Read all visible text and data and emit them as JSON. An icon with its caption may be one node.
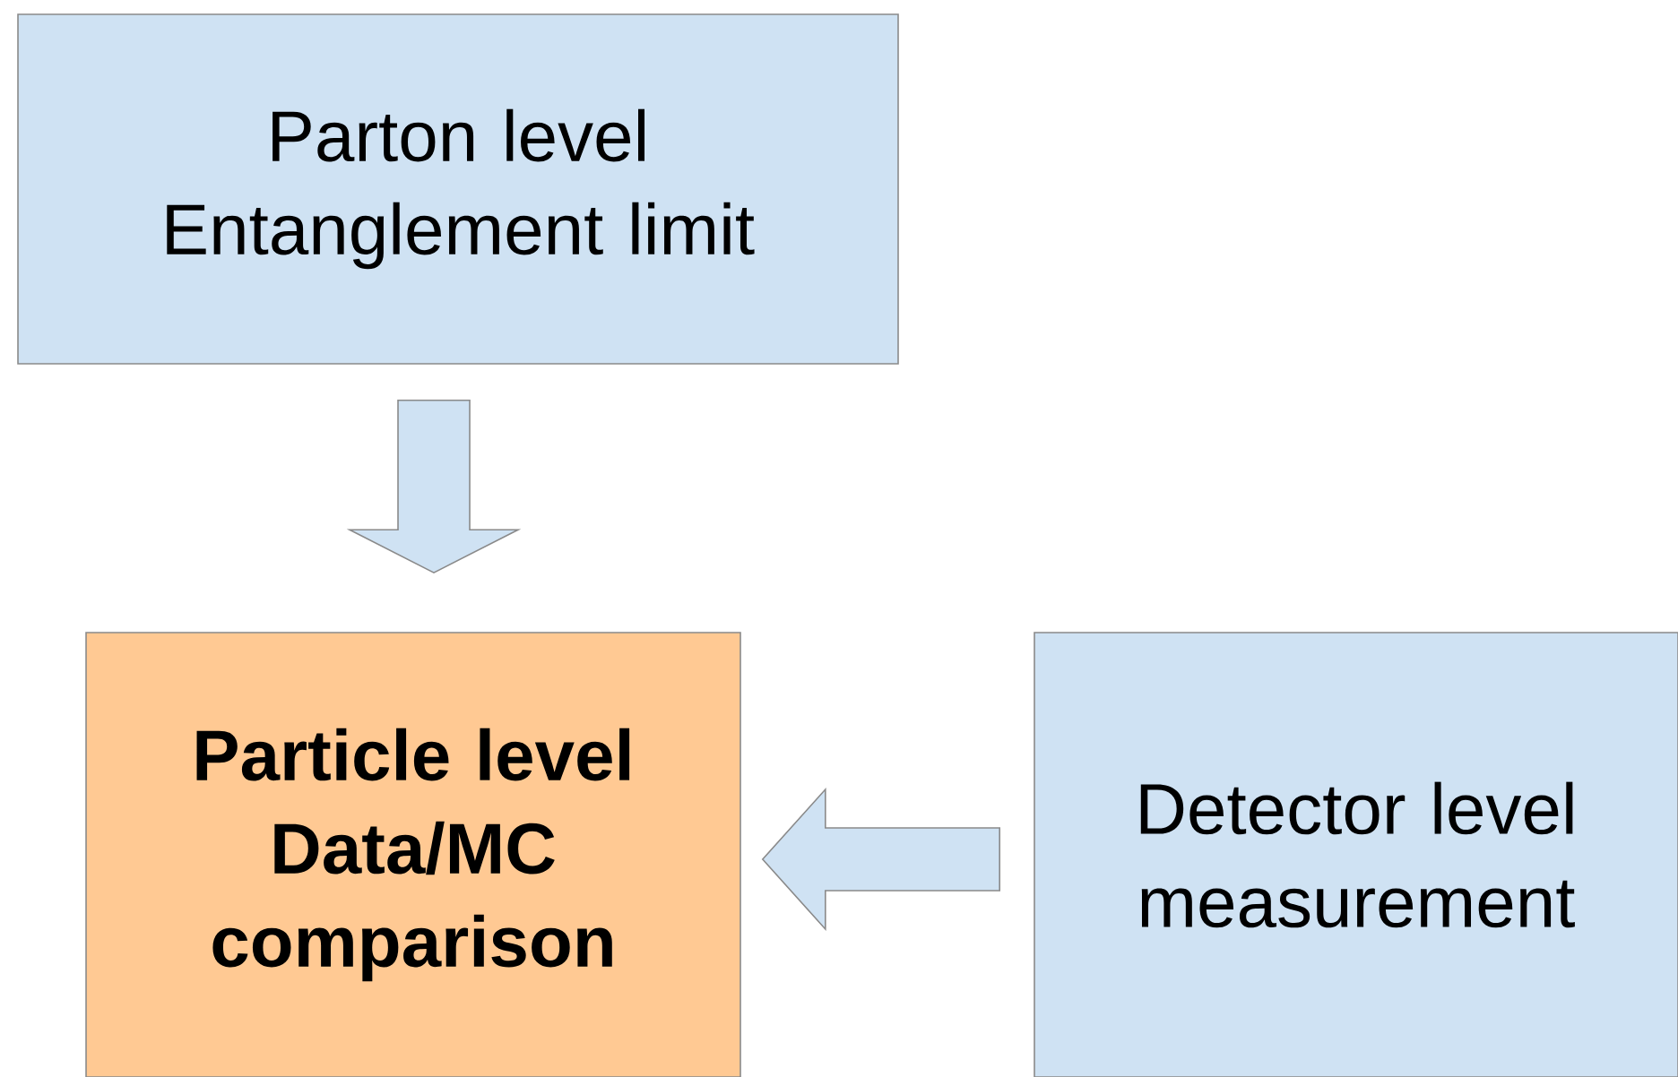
{
  "diagram": {
    "nodes": [
      {
        "text": [
          "Parton level Entanglement limit"
        ]
      },
      {
        "text": [
          "Particle level Data/MC comparison"
        ]
      },
      {
        "text": [
          "Detector level measurement"
        ]
      }
    ],
    "edges": [
      {
        "from": 0,
        "to": 1,
        "arrow": "to"
      },
      {
        "from": 2,
        "to": 1,
        "arrow": "to"
      }
    ]
  }
}
